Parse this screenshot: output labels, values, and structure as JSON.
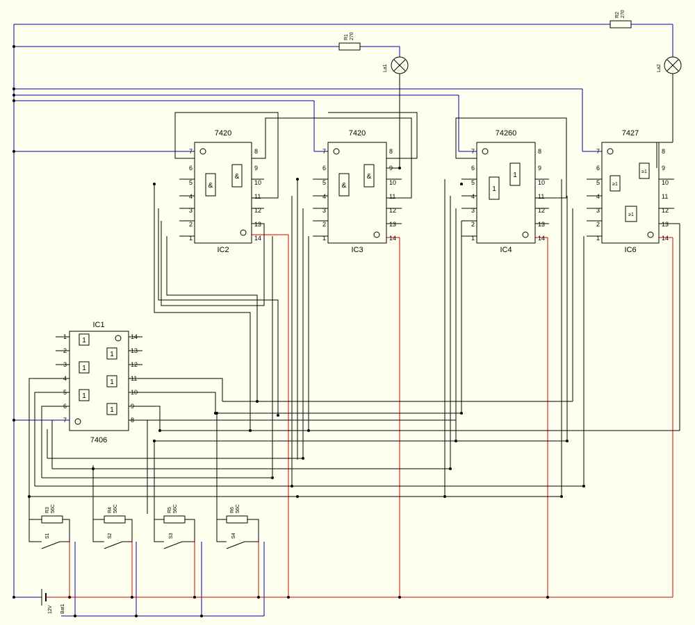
{
  "colors": {
    "background": "#FFFFF0",
    "wire": "#000000",
    "ground": "#0000AA",
    "supply": "#CC0000"
  },
  "chips": [
    {
      "ref": "IC1",
      "part": "7406",
      "gate_symbol": "1"
    },
    {
      "ref": "IC2",
      "part": "7420",
      "gate_symbol": "&"
    },
    {
      "ref": "IC3",
      "part": "7420",
      "gate_symbol": "&"
    },
    {
      "ref": "IC4",
      "part": "74260",
      "gate_symbol": "1"
    },
    {
      "ref": "IC6",
      "part": "7427",
      "gate_symbol": "≥1"
    }
  ],
  "pins_left": [
    "7",
    "6",
    "5",
    "4",
    "3",
    "2",
    "1"
  ],
  "pins_right": [
    "8",
    "9",
    "10",
    "11",
    "12",
    "13",
    "14"
  ],
  "ic1_pins_left": [
    "1",
    "2",
    "3",
    "4",
    "5",
    "6",
    "7"
  ],
  "ic1_pins_right": [
    "14",
    "13",
    "12",
    "11",
    "10",
    "9",
    "8"
  ],
  "resistors": [
    {
      "ref": "R1",
      "value": "270"
    },
    {
      "ref": "R2",
      "value": "270"
    },
    {
      "ref": "R3",
      "value": "56C"
    },
    {
      "ref": "R4",
      "value": "56C"
    },
    {
      "ref": "R5",
      "value": "56C"
    },
    {
      "ref": "R6",
      "value": "56C"
    }
  ],
  "lamps": [
    "La1",
    "La2"
  ],
  "switches": [
    "S1",
    "S2",
    "S3",
    "S4"
  ],
  "battery": {
    "ref": "Bat1",
    "voltage": "12V"
  }
}
